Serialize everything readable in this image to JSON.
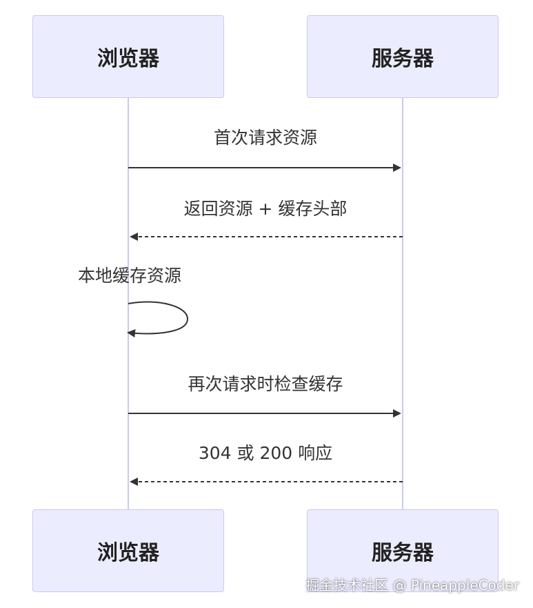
{
  "participants": {
    "browser": "浏览器",
    "server": "服务器"
  },
  "messages": [
    {
      "from": "browser",
      "to": "server",
      "label": "首次请求资源",
      "style": "solid"
    },
    {
      "from": "server",
      "to": "browser",
      "label": "返回资源 + 缓存头部",
      "style": "dashed"
    },
    {
      "from": "browser",
      "to": "browser",
      "label": "本地缓存资源",
      "style": "solid"
    },
    {
      "from": "browser",
      "to": "server",
      "label": "再次请求时检查缓存",
      "style": "solid"
    },
    {
      "from": "server",
      "to": "browser",
      "label": "304 或 200 响应",
      "style": "dashed"
    }
  ],
  "watermark": "掘金技术社区 @ PineappleCoder",
  "colors": {
    "actor_fill": "#ececff",
    "actor_border": "#c9c9f2",
    "lifeline": "#c9c9f2",
    "arrow": "#333333"
  }
}
